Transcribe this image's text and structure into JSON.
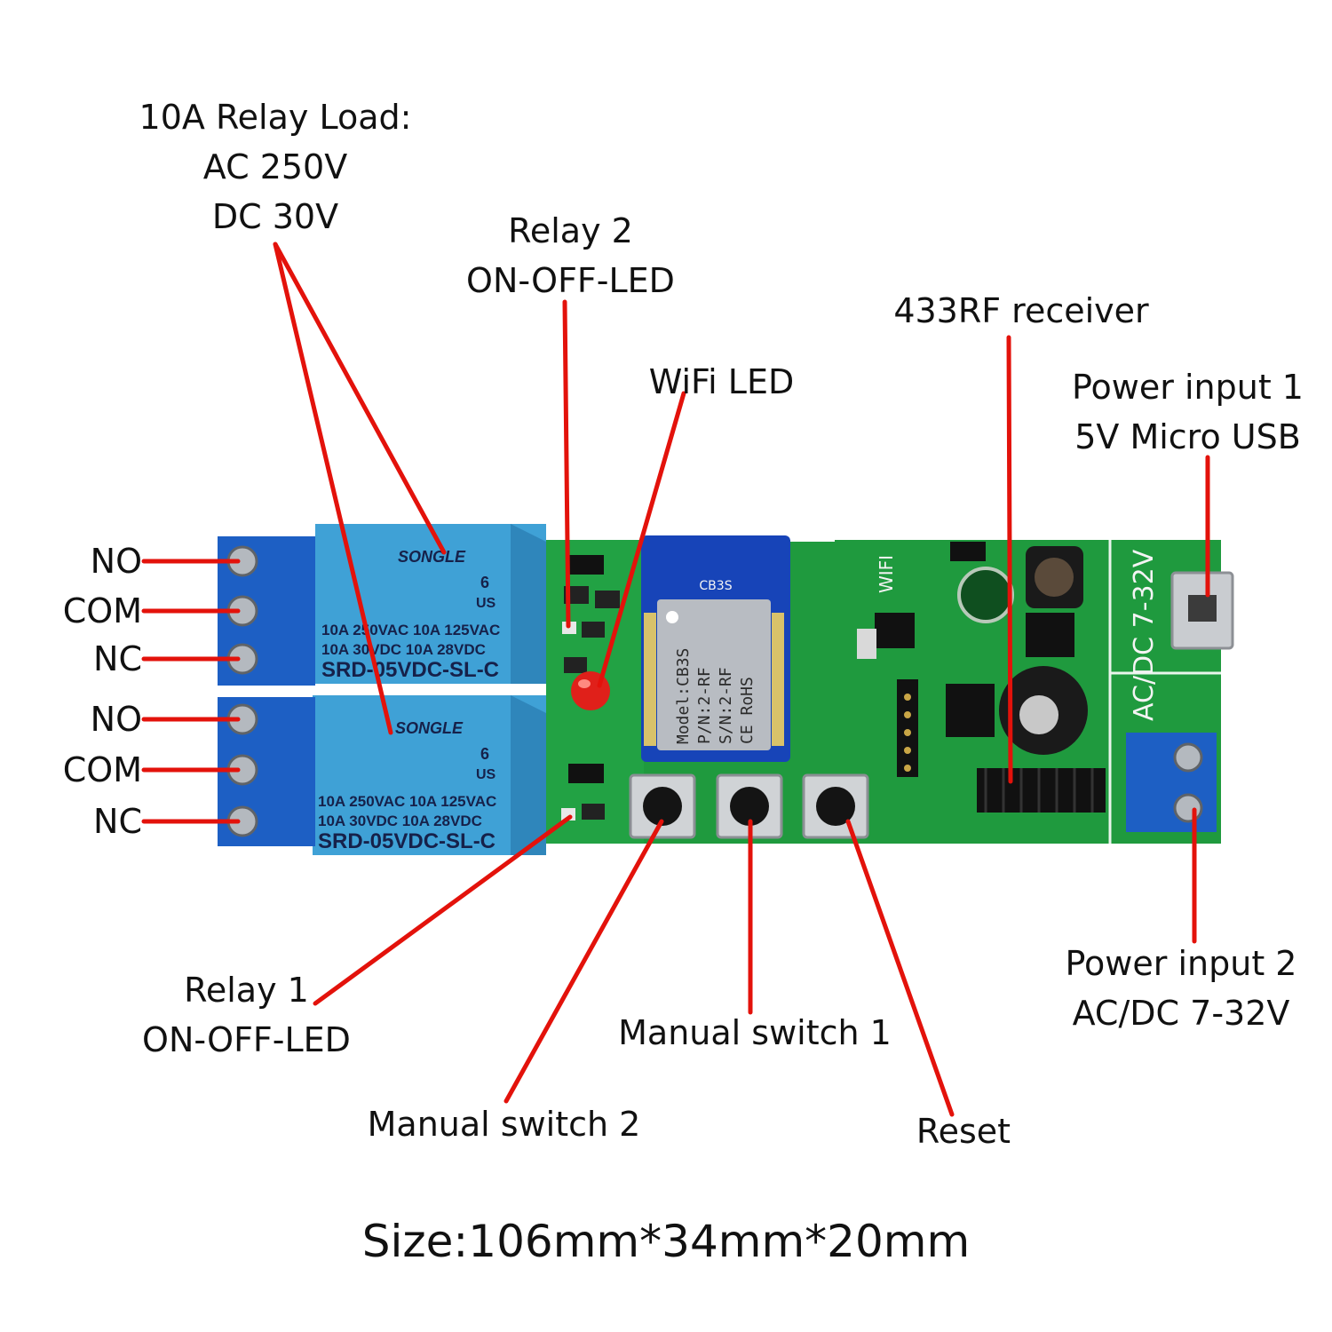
{
  "labels": {
    "relay_load": [
      "10A Relay Load:",
      "AC 250V",
      "DC 30V"
    ],
    "relay2_led": [
      "Relay 2",
      "ON-OFF-LED"
    ],
    "wifi_led": "WiFi LED",
    "rf_receiver": "433RF receiver",
    "power_input_1": [
      "Power input 1",
      "5V Micro USB"
    ],
    "relay1_led": [
      "Relay 1",
      "ON-OFF-LED"
    ],
    "manual_switch_1": "Manual switch 1",
    "manual_switch_2": "Manual switch 2",
    "reset": "Reset",
    "power_input_2": [
      "Power input 2",
      "AC/DC 7-32V"
    ],
    "size": "Size:106mm*34mm*20mm"
  },
  "terminals": {
    "upper": [
      "NO",
      "COM",
      "NC"
    ],
    "lower": [
      "NO",
      "COM",
      "NC"
    ]
  },
  "board_markings": {
    "module_top": "CB3S",
    "module_lines": [
      "Model:CB3S",
      "P/N:2-RF",
      "S/N:2-RF",
      "CE RoHS"
    ],
    "relay_brand": "SONGLE",
    "relay_ratings": [
      "10A 250VAC  10A 125VAC",
      "10A 30VDC  10A 28VDC"
    ],
    "relay_model": "SRD-05VDC-SL-C",
    "relay_pin": "6",
    "relay_cert": "US",
    "wifi_silk": "WIFI",
    "power_silk": "AC/DC 7-32V"
  },
  "colors": {
    "pcb": "#1f9a3e",
    "pcb_dark": "#137a2d",
    "relay": "#3fa1d6",
    "terminal": "#1d5fc4",
    "leader": "#e3120b",
    "led": "#e0201a"
  }
}
